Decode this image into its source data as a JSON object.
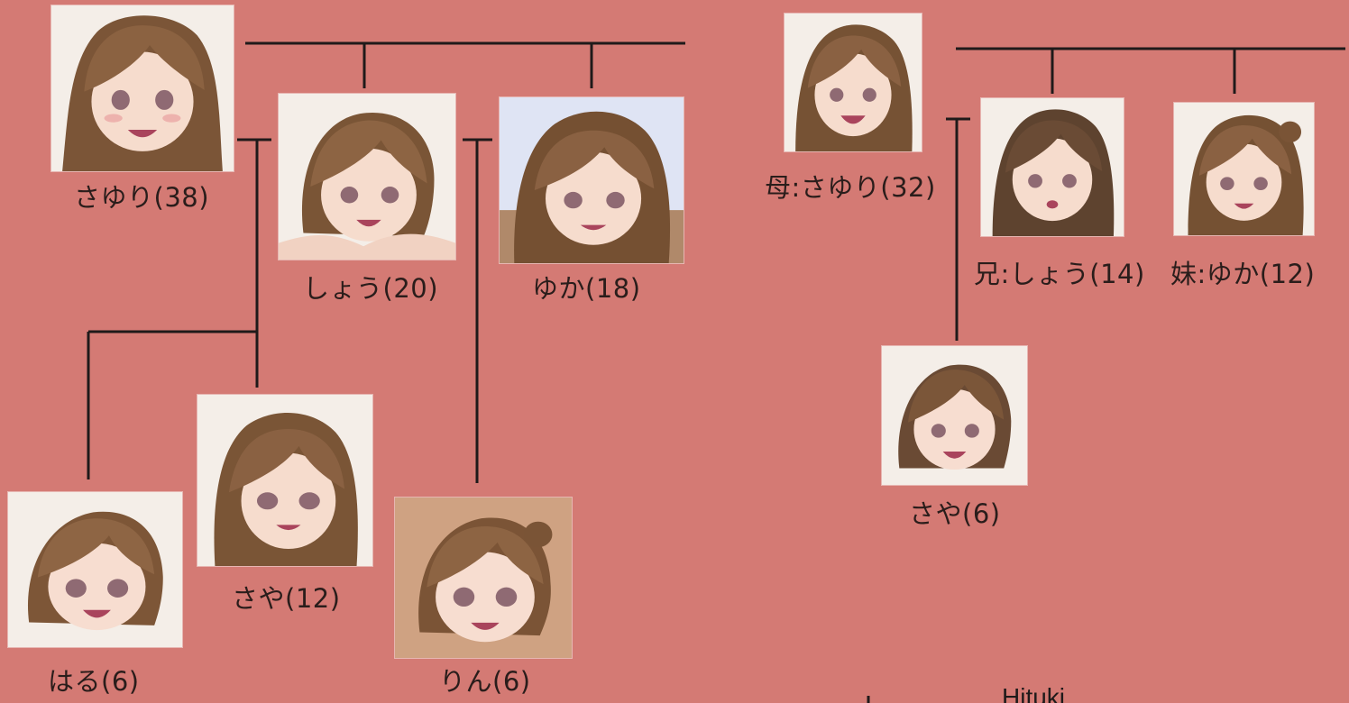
{
  "left_tree": {
    "sayuri": {
      "label": "さゆり(38)"
    },
    "shou": {
      "label": "しょう(20)"
    },
    "yuka": {
      "label": "ゆか(18)"
    },
    "haru": {
      "label": "はる(6)"
    },
    "saya": {
      "label": "さや(12)"
    },
    "rin": {
      "label": "りん(6)"
    }
  },
  "right_tree": {
    "mother": {
      "label": "母:さゆり(32)"
    },
    "brother": {
      "label": "兄:しょう(14)"
    },
    "sister": {
      "label": "妹:ゆか(12)"
    },
    "saya": {
      "label": "さや(6)"
    }
  },
  "credit": "Hituki",
  "colors": {
    "background": "#d47a74",
    "line": "#1f1a1a",
    "text": "#2a1d1b"
  }
}
